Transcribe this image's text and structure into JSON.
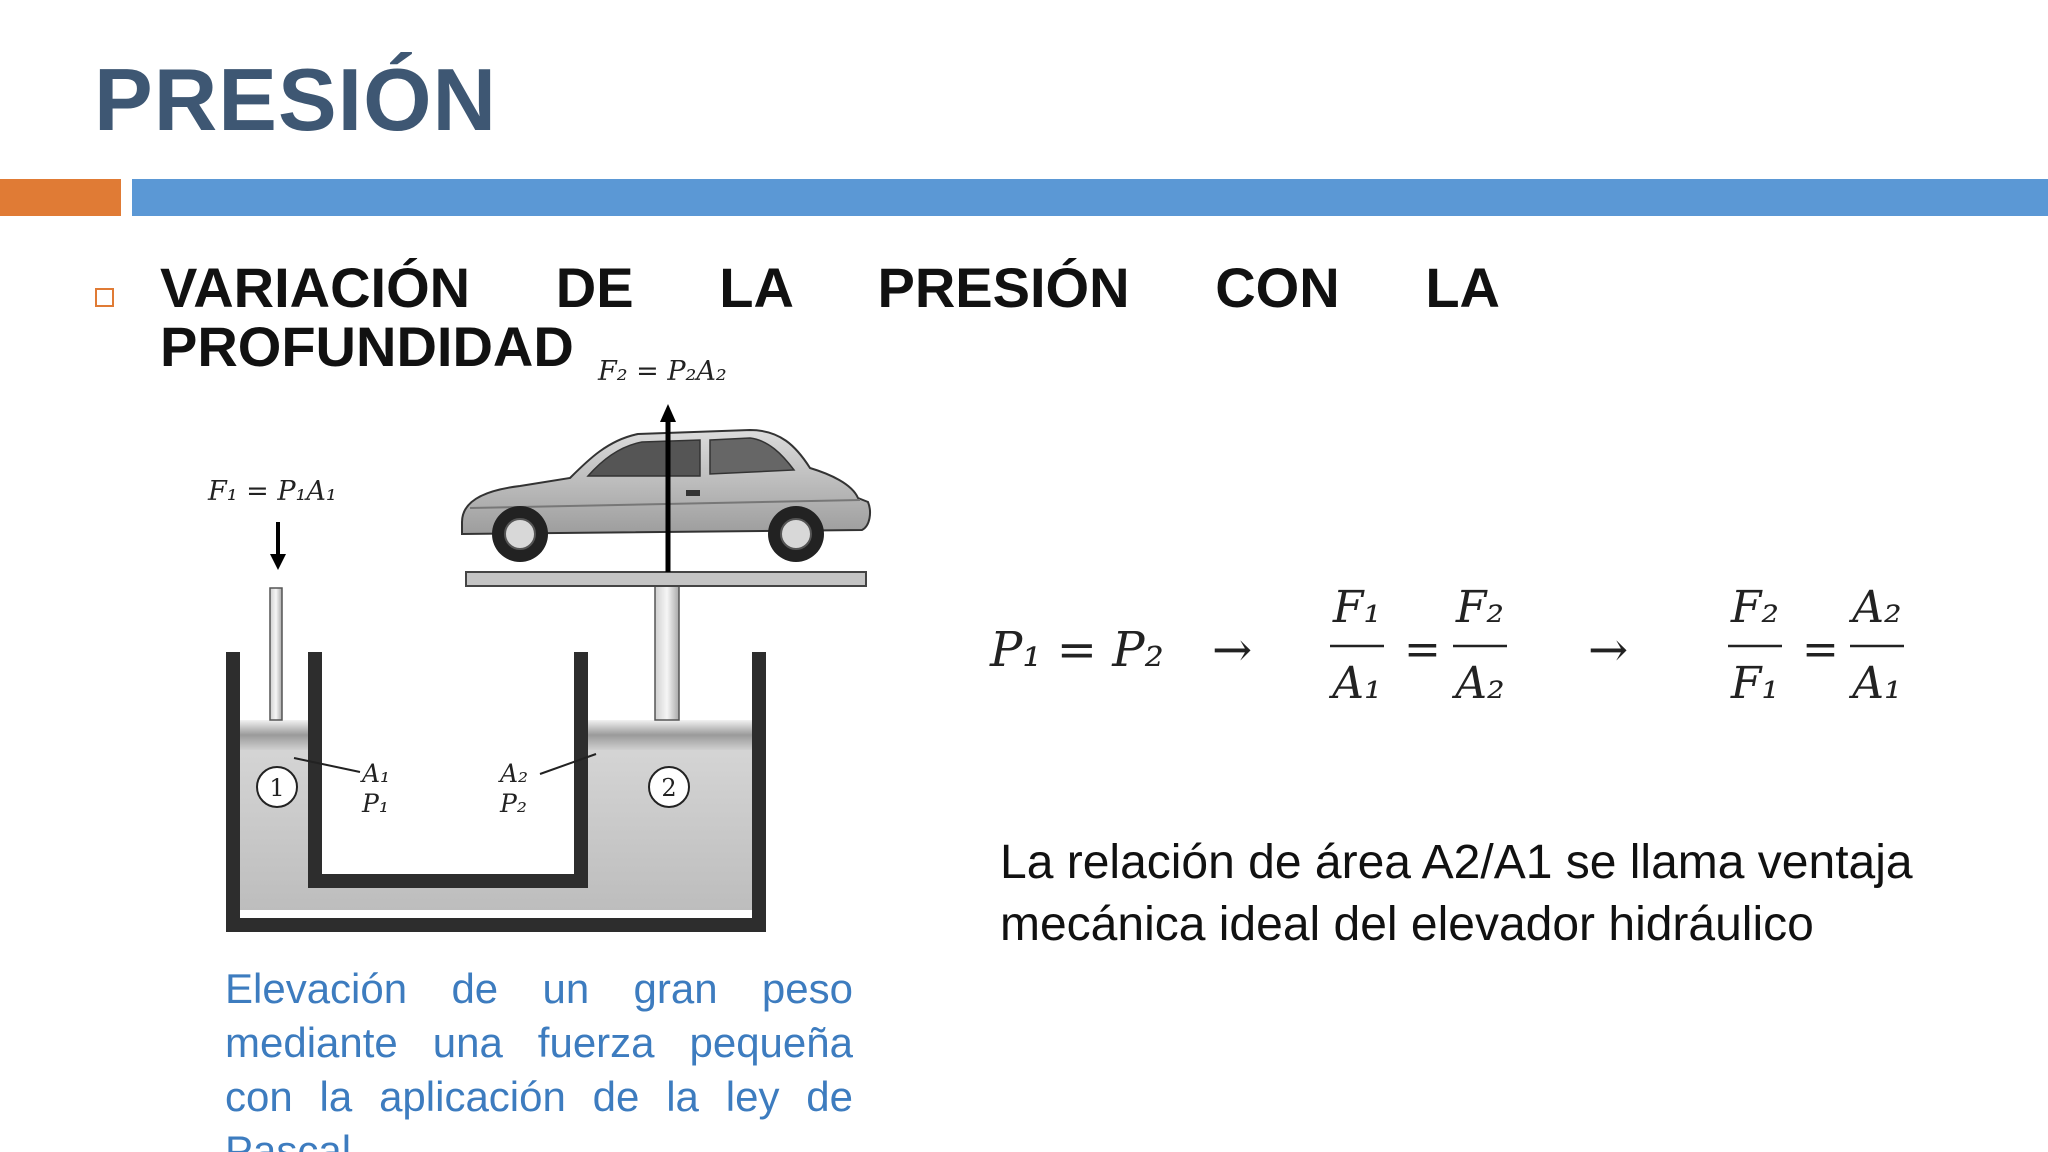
{
  "slide": {
    "title": "PRESIÓN",
    "bullet_text": "VARIACIÓN DE LA PRESIÓN CON LA PROFUNDIDAD"
  },
  "diagram": {
    "label_f1": "F₁ = P₁A₁",
    "label_f2": "F₂ = P₂A₂",
    "label_a1": "A₁",
    "label_p1": "P₁",
    "label_a2": "A₂",
    "label_p2": "P₂",
    "marker_1": "1",
    "marker_2": "2",
    "caption": "Elevación de un gran peso mediante una fuerza pequeña con la aplicación de la ley de Pascal"
  },
  "equation": {
    "lhs": "P₁ = P₂",
    "arrow": "→",
    "frac1_num": "F₁",
    "frac1_den": "A₁",
    "frac2_num": "F₂",
    "frac2_den": "A₂",
    "frac3_num": "F₂",
    "frac3_den": "F₁",
    "frac4_num": "A₂",
    "frac4_den": "A₁",
    "equals": "="
  },
  "note": "La relación de área A2/A1 se llama ventaja mecánica ideal del elevador hidráulico",
  "colors": {
    "title": "#3e5773",
    "accent_orange": "#e07b35",
    "accent_blue": "#5b98d5",
    "caption": "#3d7cbf"
  }
}
